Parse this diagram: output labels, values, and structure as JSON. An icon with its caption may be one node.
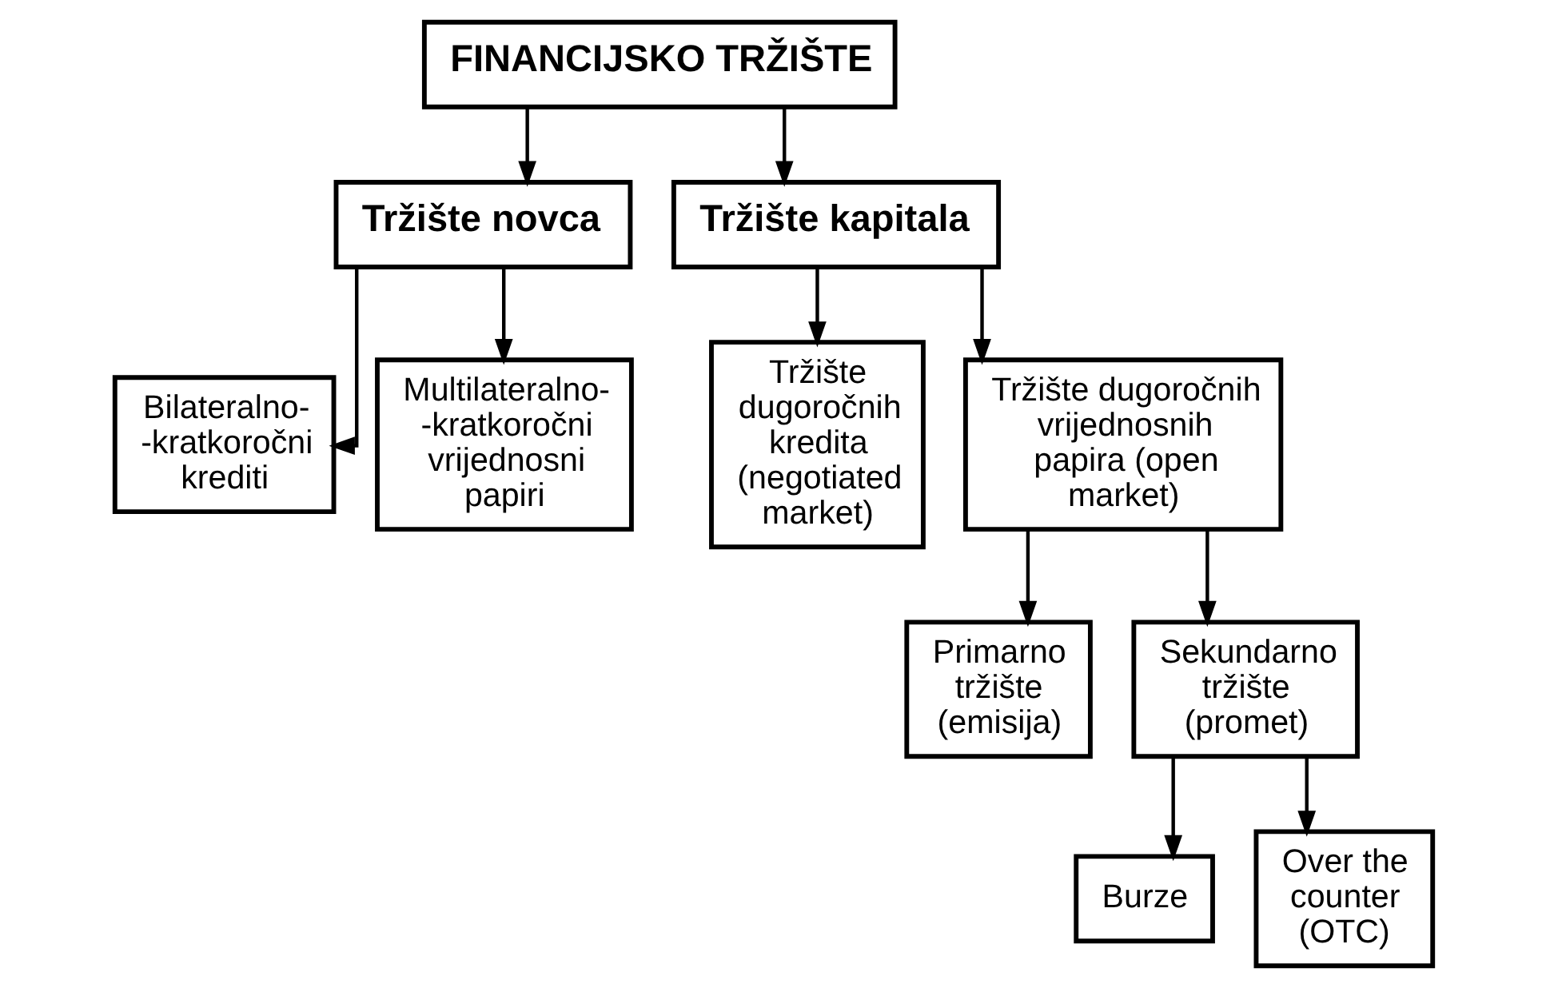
{
  "diagram": {
    "nodes": [
      {
        "text": [
          "FINANCIJSKO TRŽIŠTE"
        ]
      },
      {
        "text": [
          "Tržište novca"
        ]
      },
      {
        "text": [
          "Tržište kapitala"
        ]
      },
      {
        "text": [
          "Bilateralno- -kratkoročni krediti"
        ]
      },
      {
        "text": [
          "Multilateralno- -kratkoročni vrijednosni papiri"
        ]
      },
      {
        "text": [
          "Tržište dugoročnih kredita (negotiated market)"
        ]
      },
      {
        "text": [
          "Tržište dugoročnih vrijednosnih papira (open market)"
        ]
      },
      {
        "text": [
          "Primarno tržište (emisija)"
        ]
      },
      {
        "text": [
          "Sekundarno tržište (promet)"
        ]
      },
      {
        "text": [
          "Burze"
        ]
      },
      {
        "text": [
          "Over the counter (OTC)"
        ]
      }
    ],
    "edges": [
      {
        "from": 0,
        "to": 1,
        "arrow": "to"
      },
      {
        "from": 0,
        "to": 2,
        "arrow": "to"
      },
      {
        "from": 1,
        "to": 3,
        "arrow": "to"
      },
      {
        "from": 1,
        "to": 4,
        "arrow": "to"
      },
      {
        "from": 2,
        "to": 5,
        "arrow": "to"
      },
      {
        "from": 2,
        "to": 6,
        "arrow": "to"
      },
      {
        "from": 6,
        "to": 7,
        "arrow": "to"
      },
      {
        "from": 6,
        "to": 8,
        "arrow": "to"
      },
      {
        "from": 8,
        "to": 9,
        "arrow": "to"
      },
      {
        "from": 8,
        "to": 10,
        "arrow": "to"
      }
    ]
  }
}
